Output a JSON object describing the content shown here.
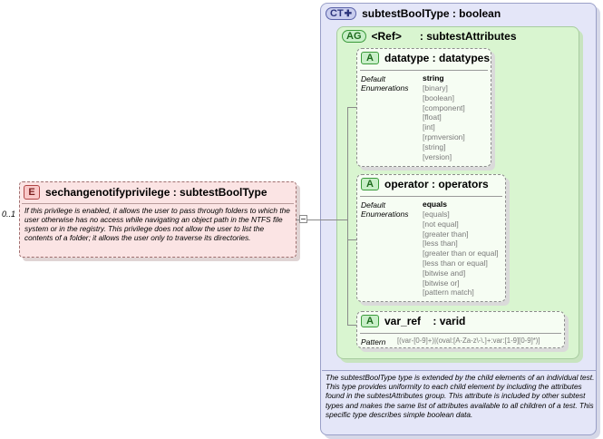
{
  "element": {
    "badge": "E",
    "title": "sechangenotifyprivilege : subtestBoolType",
    "cardinality": "0..1",
    "description": "If this privilege is enabled, it allows the user to pass through folders to which the user otherwise has no access while navigating an object path in the NTFS file system or in the registry. This privilege does not allow the user to list the contents of a folder; it allows the user only to traverse its directories."
  },
  "complex_type": {
    "badge": "CT",
    "title": "subtestBoolType : boolean",
    "description": "The subtestBoolType type is extended by the child elements of an individual test.  This type provides uniformity to each child element by including the attributes found in the subtestAttributes group.  This attribute is included by other subtest types and makes the same list of attributes available to all children of a test.  This specific type describes simple boolean data."
  },
  "attribute_group": {
    "badge": "AG",
    "ref": "<Ref>",
    "title": ": subtestAttributes"
  },
  "attributes": [
    {
      "badge": "A",
      "title": "datatype : datatypes",
      "default_label": "Default",
      "enum_label": "Enumerations",
      "default": "string",
      "enumerations": [
        "[binary]",
        "[boolean]",
        "[component]",
        "[float]",
        "[int]",
        "[rpmversion]",
        "[string]",
        "[version]"
      ]
    },
    {
      "badge": "A",
      "title": "operator : operators",
      "default_label": "Default",
      "enum_label": "Enumerations",
      "default": "equals",
      "enumerations": [
        "[equals]",
        "[not equal]",
        "[greater than]",
        "[less than]",
        "[greater than or equal]",
        "[less than or equal]",
        "[bitwise and]",
        "[bitwise or]",
        "[pattern match]"
      ]
    },
    {
      "badge": "A",
      "title": "var_ref    : varid",
      "pattern_label": "Pattern",
      "pattern": "[(var-[0-9]+)|(oval:[A-Za-z\\-\\.]+:var:[1-9][0-9]*)]"
    }
  ],
  "colors": {
    "complex_type_bg": "#e4e6f8",
    "attribute_group_bg": "#d9f5d0",
    "element_bg": "#fbe4e4"
  }
}
